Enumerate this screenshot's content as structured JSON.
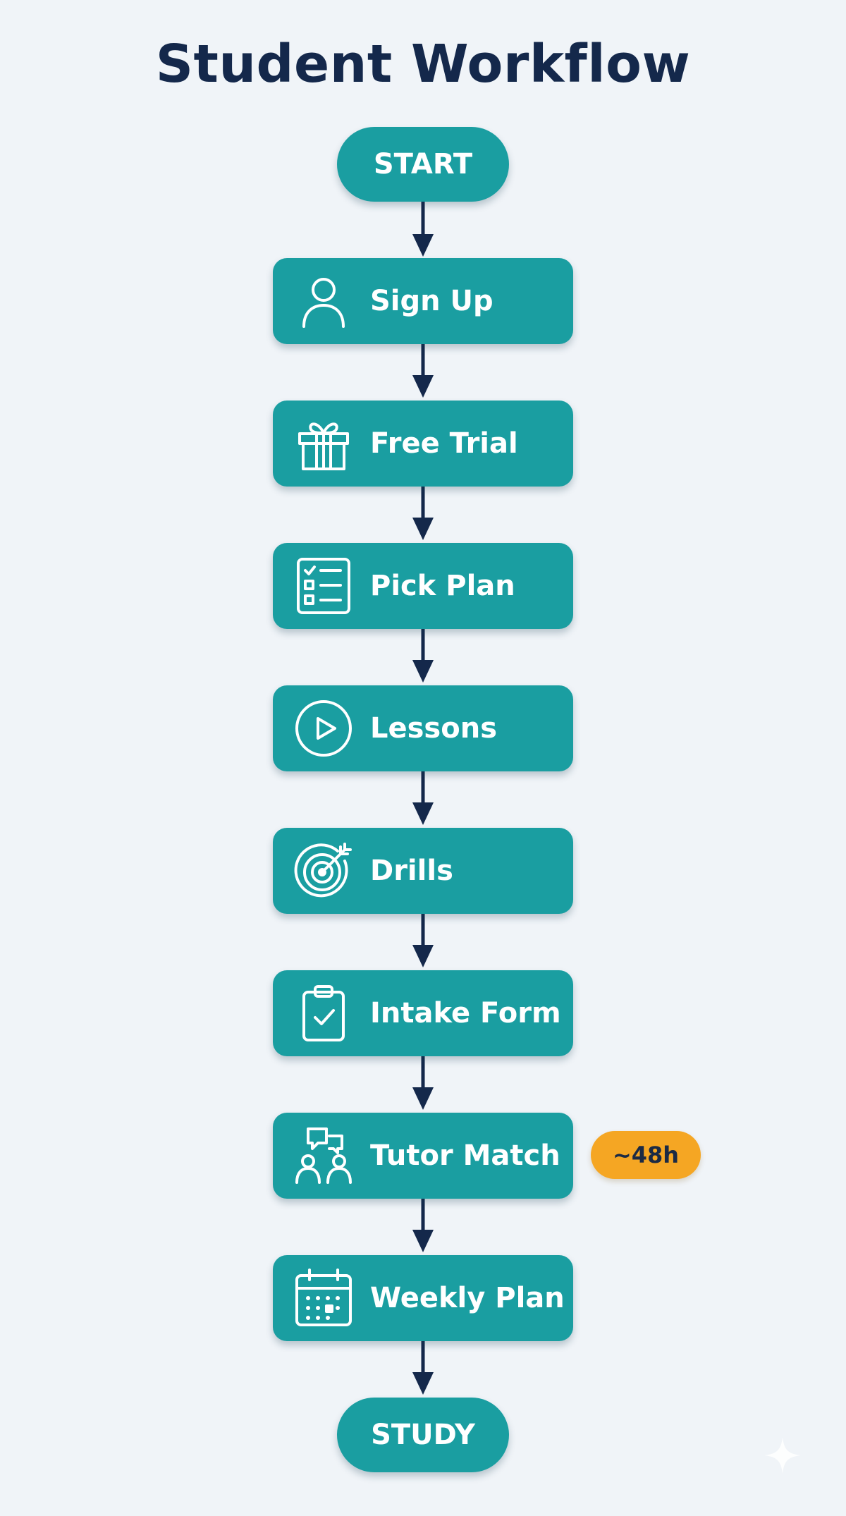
{
  "title": "Student Workflow",
  "start": {
    "label": "START"
  },
  "steps": [
    {
      "label": "Sign Up",
      "icon": "user-icon"
    },
    {
      "label": "Free Trial",
      "icon": "gift-icon"
    },
    {
      "label": "Pick Plan",
      "icon": "checklist-icon"
    },
    {
      "label": "Lessons",
      "icon": "play-circle-icon"
    },
    {
      "label": "Drills",
      "icon": "target-icon"
    },
    {
      "label": "Intake Form",
      "icon": "clipboard-check-icon"
    },
    {
      "label": "Tutor Match",
      "icon": "people-chat-icon",
      "badge": "~48h"
    },
    {
      "label": "Weekly Plan",
      "icon": "calendar-icon"
    }
  ],
  "end": {
    "label": "STUDY"
  },
  "colors": {
    "background": "#f0f4f8",
    "node": "#1a9ea1",
    "arrow": "#14284b",
    "title": "#14284b",
    "badge": "#f5a623"
  }
}
